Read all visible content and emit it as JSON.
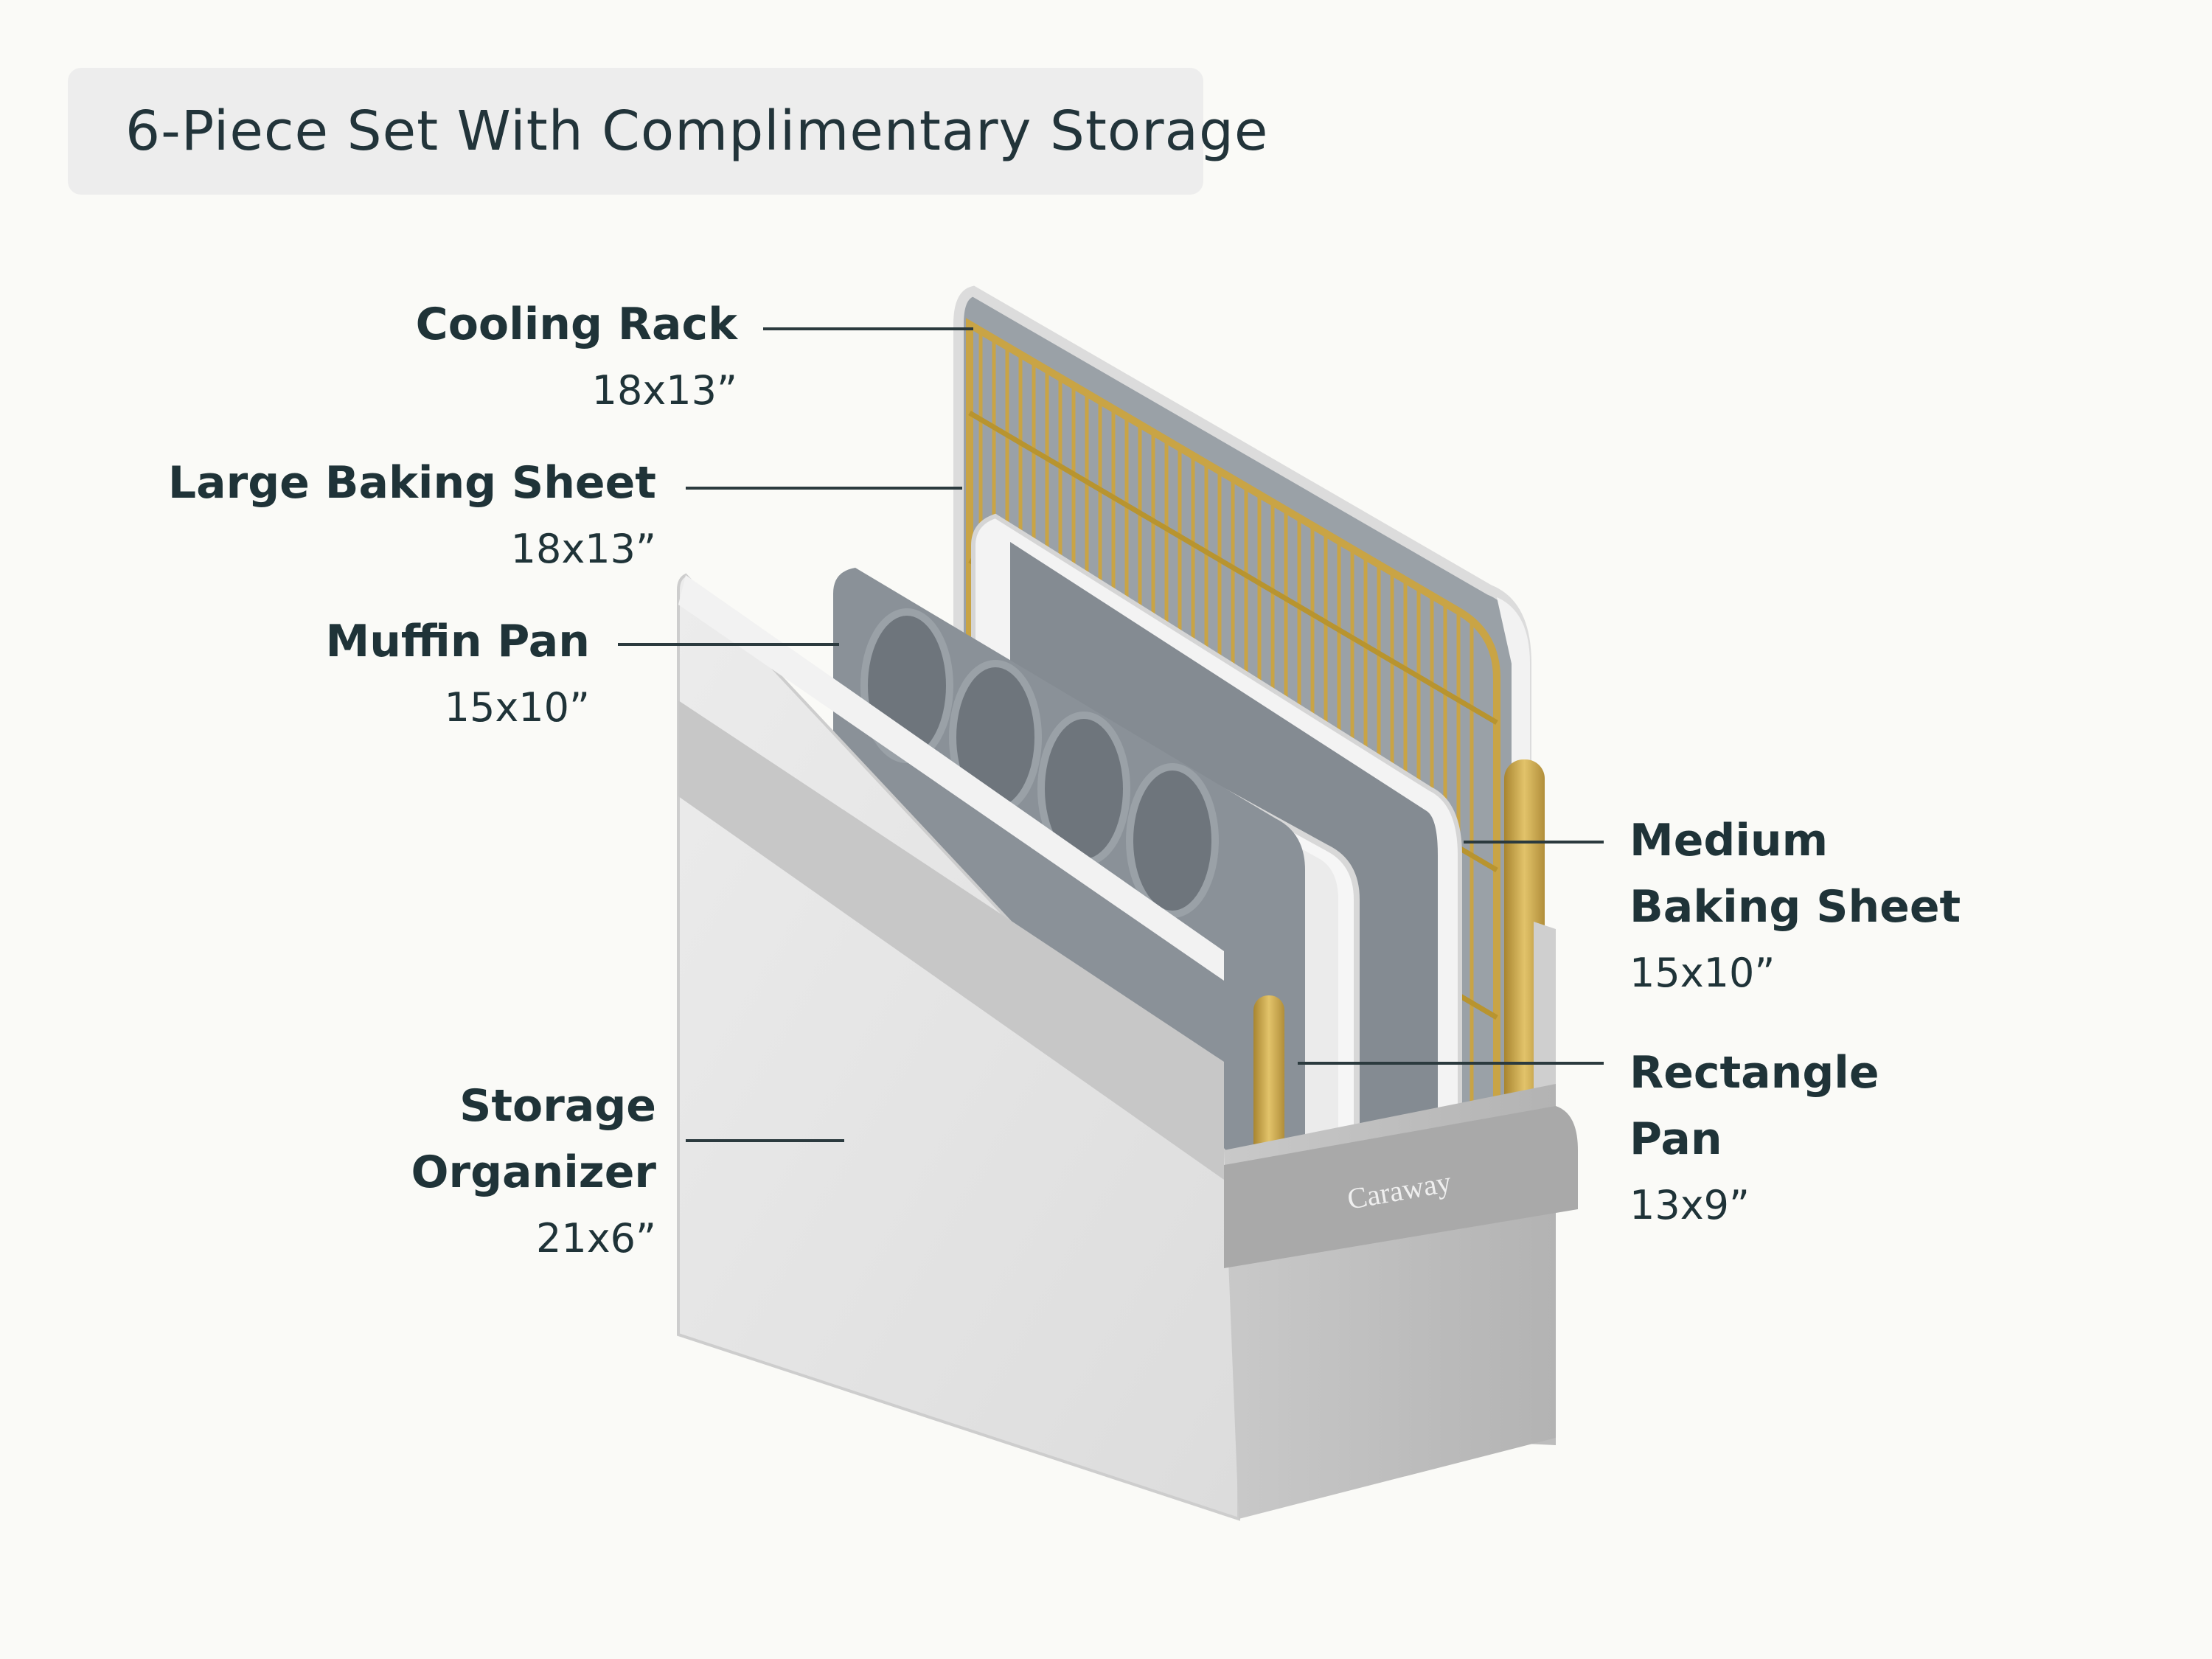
{
  "title": "6-Piece Set With Complimentary Storage",
  "brand_mark": "Caraway",
  "labels": {
    "cooling_rack": {
      "name": "Cooling Rack",
      "size": "18x13”"
    },
    "large_baking_sheet": {
      "name": "Large Baking Sheet",
      "size": "18x13”"
    },
    "muffin_pan": {
      "name": "Muffin Pan",
      "size": "15x10”"
    },
    "storage_organizer": {
      "name_line1": "Storage",
      "name_line2": "Organizer",
      "size": "21x6”"
    },
    "medium_baking_sheet": {
      "name_line1": "Medium",
      "name_line2": "Baking Sheet",
      "size": "15x10”"
    },
    "rectangle_pan": {
      "name_line1": "Rectangle",
      "name_line2": "Pan",
      "size": "13x9”"
    }
  },
  "colors": {
    "background": "#fafaf7",
    "title_pill": "#ededed",
    "text": "#1f3338",
    "gold": "#c9a445",
    "pan_gray": "#7f878e",
    "pan_white": "#f4f4f4",
    "organizer": "#e6e6e6"
  }
}
